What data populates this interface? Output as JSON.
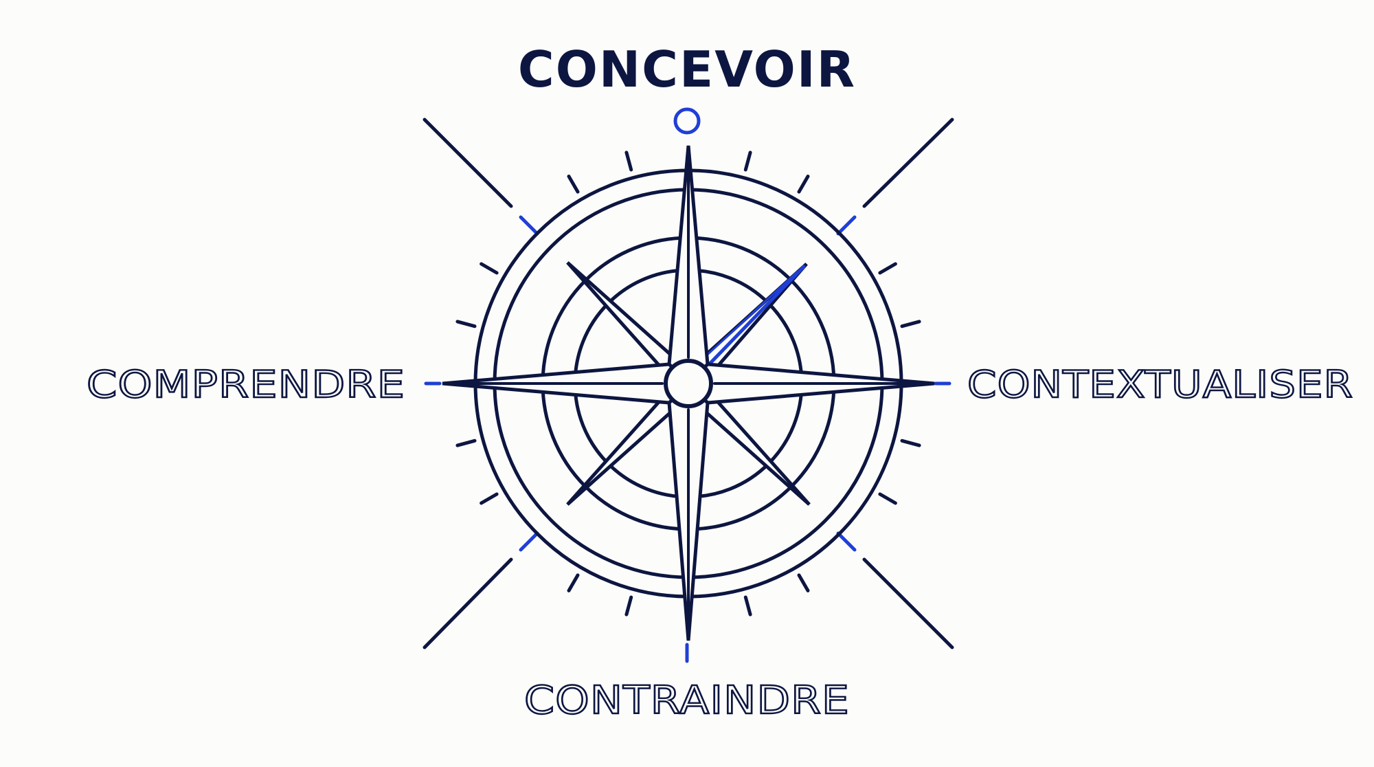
{
  "labels": {
    "top": "CONCEVOIR",
    "left": "COMPRENDRE",
    "right": "CONTEXTUALISER",
    "bottom": "CONTRAINDRE"
  },
  "colors": {
    "background": "#fcfcfb",
    "navy": "#0d1640",
    "accent_blue": "#1f3fd6"
  },
  "icons": {
    "center": "compass-rose-icon",
    "top_marker": "north-ring-icon"
  }
}
